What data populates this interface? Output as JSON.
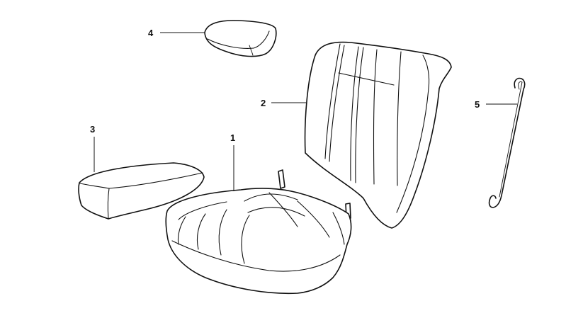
{
  "callouts": [
    {
      "id": "1"
    },
    {
      "id": "2"
    },
    {
      "id": "3"
    },
    {
      "id": "4"
    },
    {
      "id": "5"
    }
  ]
}
